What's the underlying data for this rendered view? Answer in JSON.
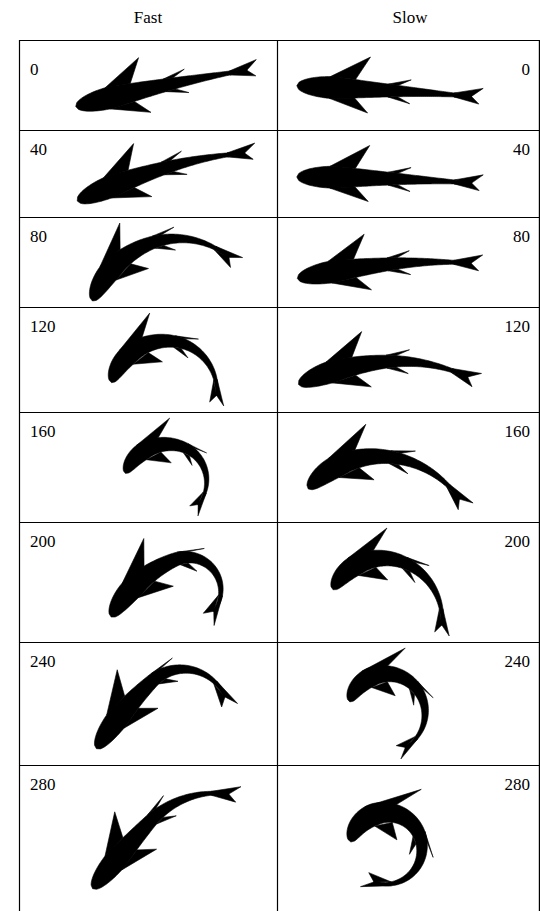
{
  "diagram": {
    "labels": [
      "Fast",
      "Slow",
      "0",
      "0",
      "40",
      "40",
      "80",
      "80",
      "120",
      "120",
      "160",
      "160",
      "200",
      "200",
      "240",
      "240",
      "280",
      "280"
    ]
  }
}
